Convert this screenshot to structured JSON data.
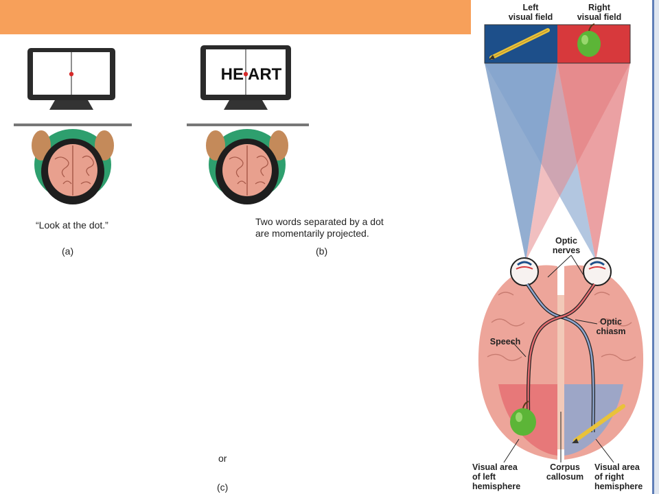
{
  "panels": {
    "a": {
      "instruction": "“Look at the dot.”",
      "label": "(a)"
    },
    "b": {
      "screen_word_left": "HE",
      "screen_word_right": "ART",
      "caption_line1": "Two words separated by a dot",
      "caption_line2": "are momentarily projected.",
      "label": "(b)"
    },
    "c": {
      "or_text": "or",
      "label": "(c)"
    }
  },
  "visual_diagram": {
    "left_field_line1": "Left",
    "left_field_line2": "visual field",
    "right_field_line1": "Right",
    "right_field_line2": "visual field",
    "optic_nerves_line1": "Optic",
    "optic_nerves_line2": "nerves",
    "optic_chiasm_line1": "Optic",
    "optic_chiasm_line2": "chiasm",
    "speech": "Speech",
    "visual_left_line1": "Visual area",
    "visual_left_line2": "of left",
    "visual_left_line3": "hemisphere",
    "corpus_line1": "Corpus",
    "corpus_line2": "callosum",
    "visual_right_line1": "Visual area",
    "visual_right_line2": "of right",
    "visual_right_line3": "hemisphere"
  },
  "colors": {
    "banner": "#f7a05a",
    "left_field": "#1d4f8a",
    "right_field": "#d7393c",
    "shirt": "#2e9f6e",
    "brain": "#e8a08e"
  }
}
